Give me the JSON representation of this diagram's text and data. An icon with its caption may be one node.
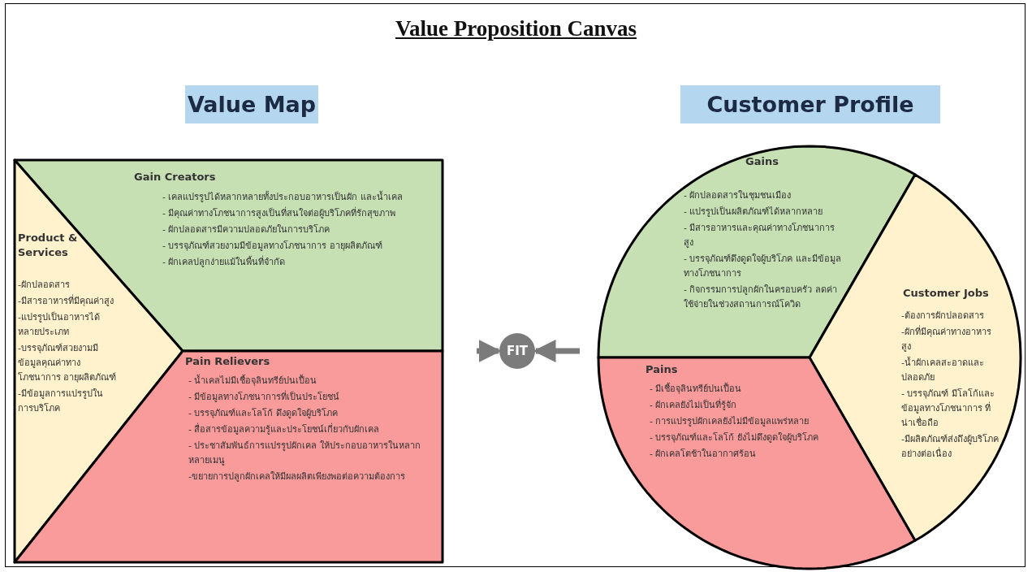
{
  "diagram": {
    "title": "Value Proposition Canvas",
    "nodes": [
      {
        "text": [
          "Value Map"
        ]
      },
      {
        "text": [
          "Gain Creators",
          "- เคลแปรรูปได้หลากหลายทั้งประกอบอาหารเป็นผัก และน้ำเคล",
          "- มีคุณค่าทางโภชนาการสูงเป็นที่สนใจต่อผู้บริโภคที่รักสุขภาพ",
          "- ผักปลอดสารมีความปลอดภัยในการบริโภค",
          "- บรรจุภัณฑ์สวยงามมีข้อมูลทางโภชนาการ อายุผลิตภัณฑ์",
          "- ผักเคลปลูกง่ายแม้ในพื้นที่จำกัด"
        ]
      },
      {
        "text": [
          "Product & Services",
          "-ผักปลอดสาร",
          "-มีสารอาหารที่มีคุณค่าสูง",
          "-แปรรูปเป็นอาหารได้หลายประเภท",
          "-บรรจุภัณฑ์สวยงามมีข้อมูลคุณค่าทางโภชนาการ อายุผลิตภัณฑ์",
          "-มีข้อมูลการแปรรูปในการบริโภค"
        ]
      },
      {
        "text": [
          "Pain Relievers",
          "- น้ำเคลไม่มีเชื้อจุลินทรีย์ปนเปื้อน",
          "- มีข้อมูลทางโภชนาการที่เป็นประโยชน์",
          "- บรรจุภัณฑ์และโลโก้ ดึงดูดใจผู้บริโภค",
          "- สื่อสารข้อมูลความรู้และประโยชน์เกี่ยวกับผักเคล",
          "- ประชาสัมพันธ์การแปรรูปผักเคล ให้ประกอบอาหารในหลากหลายเมนู",
          "-ขยายการปลูกผักเคลให้มีผลผลิตเพียงพอต่อความต้องการ"
        ]
      },
      {
        "text": [
          "FIT"
        ]
      },
      {
        "text": [
          "Customer Profile"
        ]
      },
      {
        "text": [
          "Gains",
          "- ผักปลอดสารในชุมชนเมือง",
          "- แปรรูปเป็นผลิตภัณฑ์ได้หลากหลาย",
          "- มีสารอาหารและคุณค่าทางโภชนาการสูง",
          "- บรรจุภัณฑ์ดึงดูดใจผู้บริโภค และมีข้อมูลทางโภชนาการ",
          "- กิจกรรมการปลูกผักในครอบครัว ลดค่าใช้จ่ายในช่วงสถานการณ์โควิด"
        ]
      },
      {
        "text": [
          "Customer Jobs",
          "-ต้องการผักปลอดสาร",
          "-ผักที่มีคุณค่าทางอาหารสูง",
          "-น้ำผักเคลสะอาดและปลอดภัย",
          "- บรรจุภัณฑ์ มีโลโก้และข้อมูลทางโภชนาการ ที่น่าเชื่อถือ",
          "-มีผลิตภัณฑ์ส่งถึงผู้บริโภคอย่างต่อเนื่อง"
        ]
      },
      {
        "text": [
          "Pains",
          "- มีเชื้อจุลินทรีย์ปนเปื้อน",
          "- ผักเคลยังไม่เป็นที่รู้จัก",
          "- การแปรรูปผักเคลยังไม่มีข้อมูลแพร่หลาย",
          "- บรรจุภัณฑ์และโลโก้ ยังไม่ดึงดูดใจผู้บริโภค",
          "- ผักเคลโตช้าในอากาศร้อน"
        ]
      }
    ],
    "edges": [
      {
        "from": null,
        "to": 4,
        "arrow": "to"
      },
      {
        "from": null,
        "to": 4,
        "arrow": "to"
      }
    ]
  }
}
